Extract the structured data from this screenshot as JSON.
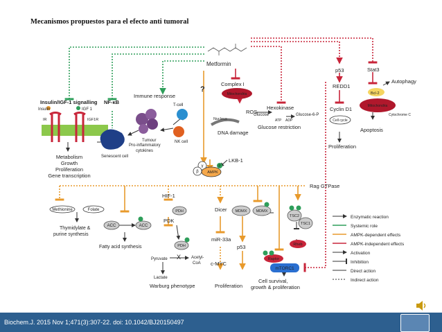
{
  "slide": {
    "title": "Mecanismos propuestos para el efecto anti tumoral",
    "citation": "Biochem.J. 2015 Nov 1;471(3):307-22. doi: 10.1042/BJ20150497"
  },
  "colors": {
    "green_systemic": "#2e9e5a",
    "orange_ampk_dependent": "#e89a2c",
    "red_ampk_independent": "#c8253a",
    "mito_red": "#b0182c",
    "footer_blue": "#2d5f8f"
  },
  "nodes": {
    "metformin": "Metformin",
    "question": "?",
    "complex1": "Complex I",
    "mitochondria": "Mitochondria",
    "ros": "ROS",
    "nucleus": "Nucleus",
    "dna_damage": "DNA damage",
    "hexokinase": "Hexokinase",
    "glucose_left": "Glucose",
    "glucose6p": "Glucose-6-P",
    "atp": "ATP",
    "adp": "ADP",
    "glucose_restriction": "Glucose restriction",
    "p53_top": "p53",
    "stat3": "Stat3",
    "autophagy": "Autophagy",
    "bcl2": "Bcl-2",
    "mito_right": "Mitochondria",
    "cytochrome": "Cytochrome C",
    "apoptosis": "Apoptosis",
    "redd1": "REDD1",
    "cyclin_d1": "Cyclin D1",
    "cell_cycle": "Cell cycle",
    "proliferation_right": "Proliferation",
    "insulin_signalling": "Insulin/IGF-1 signalling",
    "insulin": "Insulin",
    "igf1": "IGF 1",
    "ir": "IR",
    "igf1r": "IGF1R",
    "insulin_outcomes": [
      "Metabolism",
      "Growth",
      "Proliferation",
      "Gene transcription"
    ],
    "nfkb": "NF-κB",
    "senescent_cell": "Senescent cell",
    "immune_response": "Immune response",
    "tcell": "T-cell",
    "tumour": "Tumour",
    "nkcell": "NK cell",
    "proinflammatory": [
      "Pro-inflammatory",
      "cytokines"
    ],
    "lkb1": "LKB-1",
    "ampk": "AMPK",
    "ampk_subunits": [
      "γ",
      "β",
      "α"
    ],
    "phospho": "P",
    "rag_gtpase": "Rag GTPase",
    "methionine": "Methionine",
    "folate": "Folate",
    "thymidylate": [
      "Thymidylate &",
      "purine synthesis"
    ],
    "acc": "ACC",
    "fatty_acid": "Fatty acid synthesis",
    "hif1": "HIF-1",
    "pdk": "PDK",
    "pdh": "PDH",
    "pyruvate": "Pyruvate",
    "acetyl_coa": [
      "Acetyl-",
      "CoA"
    ],
    "x_mark": "X",
    "lactate": "Lactate",
    "warburg": "Warburg phenotype",
    "dicer": "Dicer",
    "mdmx": "MDMX",
    "mir33a": "miR-33a",
    "cmyc": "c-MYC",
    "p53_mid": "p53",
    "proliferation_mid": "Proliferation",
    "tsc2": "TSC2",
    "tsc1": "TSC1",
    "rheb": "Rheb",
    "raptor": "Raptor",
    "mtorc1": "mTORC1",
    "cell_survival": [
      "Cell survival,",
      "growth & proliferation"
    ]
  },
  "legend": [
    {
      "label": "Enzymatic reaction",
      "style": "arrow-black"
    },
    {
      "label": "Systemic role",
      "style": "line-green"
    },
    {
      "label": "AMPK-dependent effects",
      "style": "line-orange"
    },
    {
      "label": "AMPK-independent effects",
      "style": "line-red"
    },
    {
      "label": "Activation",
      "style": "arrow-black"
    },
    {
      "label": "Inhibition",
      "style": "inhibit-black"
    },
    {
      "label": "Direct action",
      "style": "line-black"
    },
    {
      "label": "Indirect action",
      "style": "dashed-black"
    }
  ]
}
